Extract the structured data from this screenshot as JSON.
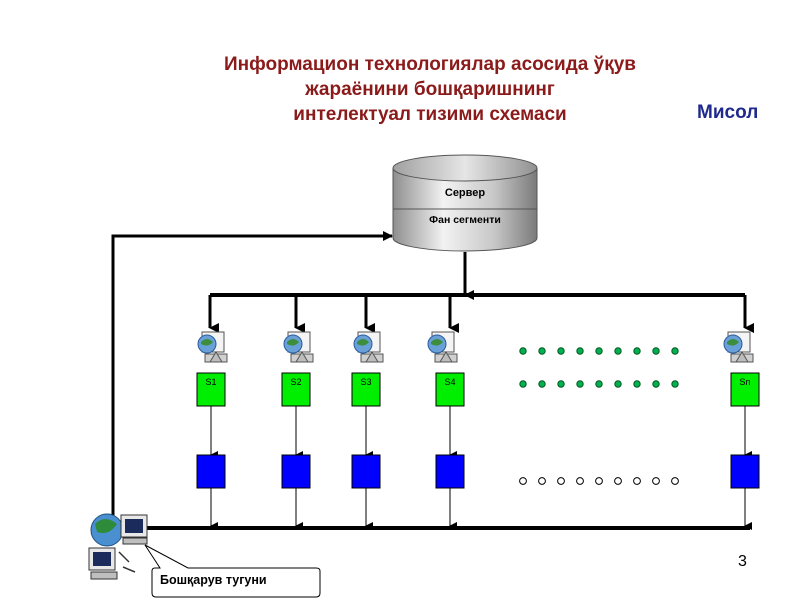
{
  "title_lines": [
    "Информацион технологиялар асосида ўқув",
    "жараёнини бошқаришнинг",
    "интелектуал тизими схемаси"
  ],
  "example_label": "Мисол",
  "page_number": "3",
  "server": {
    "top_label": "Сервер",
    "bottom_label": "Фан сегменти"
  },
  "stations": [
    {
      "label": "S1"
    },
    {
      "label": "S2"
    },
    {
      "label": "S3"
    },
    {
      "label": "S4"
    },
    {
      "label": "Sn"
    }
  ],
  "control_node_label": "Бошқарув тугуни",
  "colors": {
    "title": "#8b1a1a",
    "example_label": "#1f2a8c",
    "station_box": "#00ee00",
    "output_box": "#0000ff",
    "dot_fill": "#00b050",
    "dot_stroke": "#005a20"
  }
}
